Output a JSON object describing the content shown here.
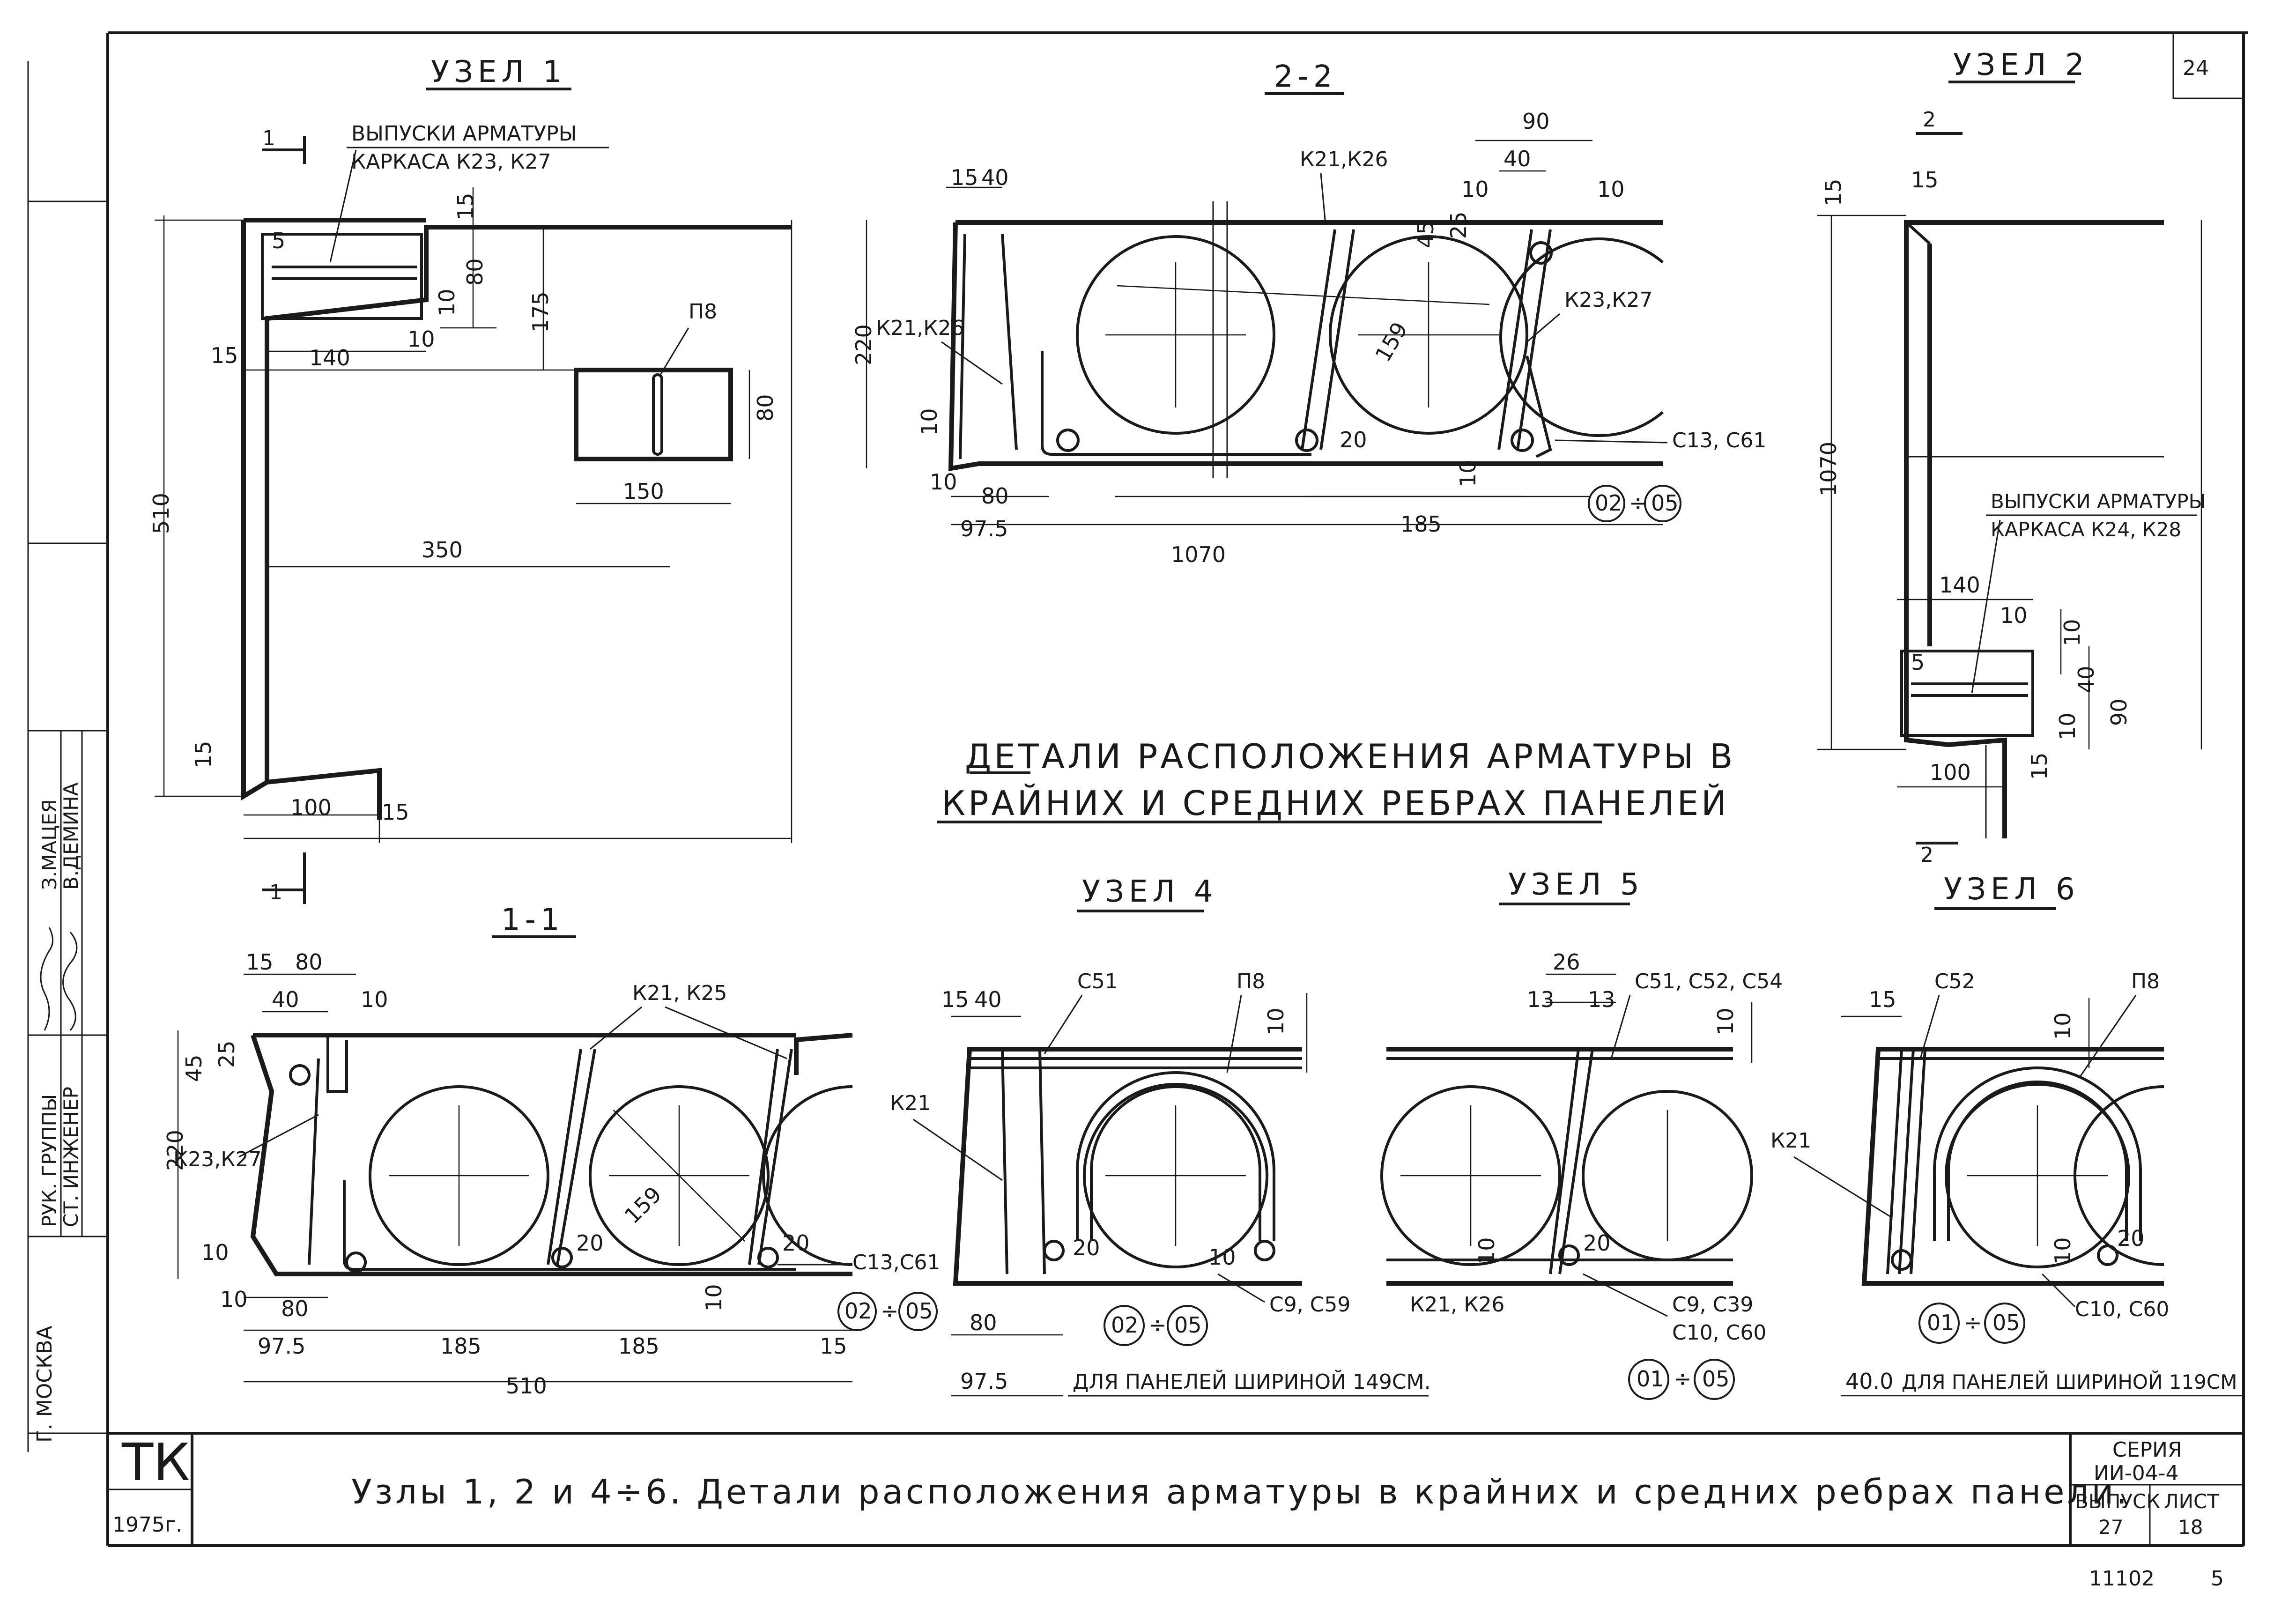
{
  "sheet": {
    "page_number": "24",
    "bottom_right_note_1": "11102",
    "bottom_right_note_2": "5"
  },
  "side_stamp": {
    "city": "Г. МОСКВА",
    "role_1": "РУК. ГРУППЫ",
    "role_2": "СТ. ИНЖЕНЕР",
    "name_1": "З.МАЦЕЯ",
    "name_2": "В.ДЕМИНА"
  },
  "node1": {
    "title": "УЗЕЛ 1",
    "section_mark": "1",
    "release_label_1": "ВЫПУСКИ АРМАТУРЫ",
    "release_label_2": "КАРКАСА К23, К27",
    "part_label": "П8",
    "dims": [
      "15",
      "80",
      "10",
      "10",
      "5",
      "140",
      "15",
      "175",
      "80",
      "150",
      "350",
      "510",
      "15",
      "100",
      "15"
    ]
  },
  "sec22": {
    "title": "2-2",
    "labels": [
      "К21,К26",
      "К21,К26",
      "К23,К27",
      "С13, С61"
    ],
    "dims": [
      "15",
      "40",
      "90",
      "40",
      "10",
      "10",
      "45",
      "25",
      "220",
      "159",
      "20",
      "10",
      "10",
      "10",
      "80",
      "97.5",
      "1070",
      "185"
    ],
    "circ_a": "02",
    "circ_b": "05",
    "range_sep": "÷"
  },
  "node2": {
    "title": "УЗЕЛ 2",
    "section_mark": "2",
    "release_label_1": "ВЫПУСКИ АРМАТУРЫ",
    "release_label_2": "КАРКАСА К24, К28",
    "dims": [
      "15",
      "15",
      "1070",
      "140",
      "10",
      "10",
      "40",
      "90",
      "5",
      "10",
      "100",
      "15"
    ]
  },
  "center_caption": {
    "line1": "ДЕТАЛИ  РАСПОЛОЖЕНИЯ   АРМАТУРЫ  В",
    "line2": "КРАЙНИХ  И СРЕДНИХ  РЕБРАХ  ПАНЕЛЕЙ"
  },
  "sec11": {
    "title": "1-1",
    "labels": [
      "К21, К25",
      "К23,К27",
      "С13,С61"
    ],
    "dims": [
      "15",
      "80",
      "40",
      "10",
      "45",
      "25",
      "220",
      "159",
      "10",
      "10",
      "80",
      "97.5",
      "185",
      "185",
      "510",
      "20",
      "20",
      "10",
      "15"
    ],
    "circ_a": "02",
    "circ_b": "05"
  },
  "node4": {
    "title": "УЗЕЛ 4",
    "labels": [
      "С51",
      "П8",
      "К21",
      "С9, С59"
    ],
    "dims": [
      "15",
      "40",
      "10",
      "20",
      "10",
      "80",
      "97.5"
    ],
    "circ_a": "02",
    "circ_b": "05",
    "note": "ДЛЯ ПАНЕЛЕЙ ШИРИНОЙ 149СМ."
  },
  "node5": {
    "title": "УЗЕЛ 5",
    "labels": [
      "С51, С52, С54",
      "К21, К26",
      "С9, С39",
      "С10, С60"
    ],
    "dims": [
      "26",
      "13",
      "13",
      "10",
      "10",
      "20"
    ],
    "circ_a": "01",
    "circ_b": "05"
  },
  "node6": {
    "title": "УЗЕЛ 6",
    "labels": [
      "С52",
      "П8",
      "К21",
      "С10, С60"
    ],
    "dims": [
      "15",
      "10",
      "10",
      "20",
      "40.0"
    ],
    "circ_a": "01",
    "circ_b": "05",
    "note": "ДЛЯ ПАНЕЛЕЙ  ШИРИНОЙ 119СМ"
  },
  "title_block": {
    "org": "ТК",
    "year": "1975г.",
    "title": "Узлы 1, 2 и 4÷6.  Детали расположения арматуры в крайних и средних ребрах панели.",
    "series_label": "СЕРИЯ",
    "series_value": "ИИ-04-4",
    "issue_label": "ВЫПУСК",
    "issue_value": "27",
    "sheet_label": "ЛИСТ",
    "sheet_value": "18"
  }
}
